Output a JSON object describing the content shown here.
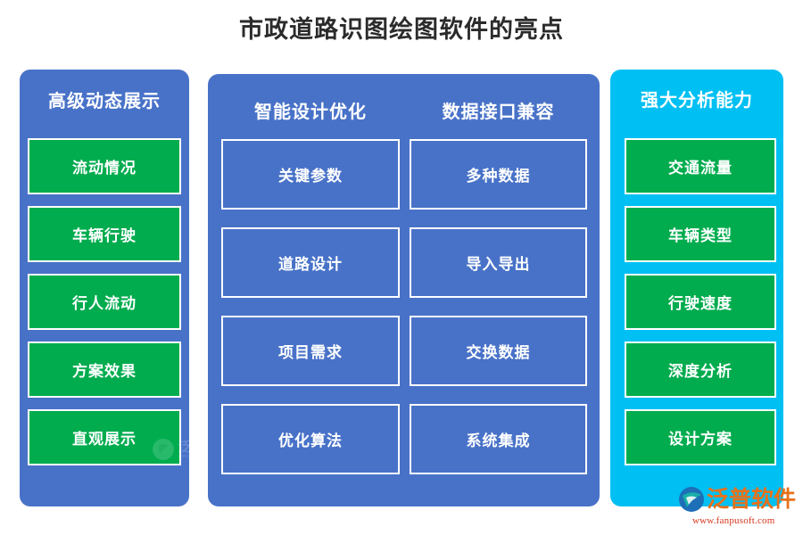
{
  "title": "市政道路识图绘图软件的亮点",
  "panels": {
    "left": {
      "header": "高级动态展示",
      "color": "#4872c8",
      "cards": [
        {
          "label": "流动情况"
        },
        {
          "label": "车辆行驶"
        },
        {
          "label": "行人流动"
        },
        {
          "label": "方案效果"
        },
        {
          "label": "直观展示"
        }
      ]
    },
    "middle": {
      "color": "#4872c8",
      "columns": [
        {
          "header": "智能设计优化",
          "cards": [
            {
              "label": "关键参数"
            },
            {
              "label": "道路设计"
            },
            {
              "label": "项目需求"
            },
            {
              "label": "优化算法"
            }
          ]
        },
        {
          "header": "数据接口兼容",
          "cards": [
            {
              "label": "多种数据"
            },
            {
              "label": "导入导出"
            },
            {
              "label": "交换数据"
            },
            {
              "label": "系统集成"
            }
          ]
        }
      ]
    },
    "right": {
      "header": "强大分析能力",
      "color": "#00c0f3",
      "cards": [
        {
          "label": "交通流量"
        },
        {
          "label": "车辆类型"
        },
        {
          "label": "行驶速度"
        },
        {
          "label": "深度分析"
        },
        {
          "label": "设计方案"
        }
      ]
    }
  },
  "card_color_green": "#00ac4e",
  "watermark": {
    "name": "泛普软件",
    "url": "www.fanpusoft.com"
  }
}
